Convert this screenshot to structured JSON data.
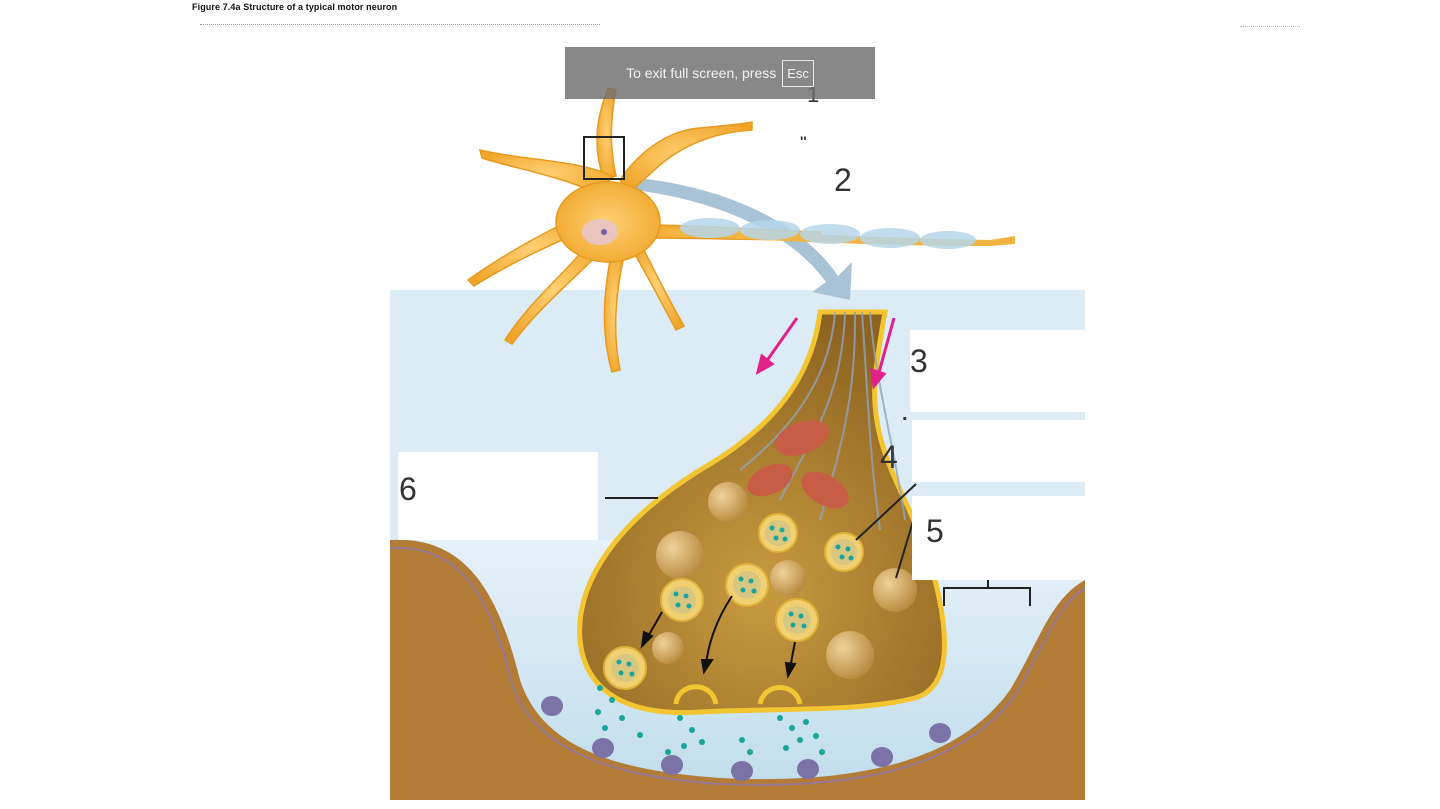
{
  "figure": {
    "title": "Figure 7.4a Structure of a typical motor neuron"
  },
  "labels": [
    {
      "id": "label-1",
      "text": "1"
    },
    {
      "id": "label-2",
      "text": "2"
    },
    {
      "id": "label-3",
      "text": "3"
    },
    {
      "id": "label-4",
      "text": "4"
    },
    {
      "id": "label-5",
      "text": "5"
    },
    {
      "id": "label-6",
      "text": "6"
    }
  ],
  "toast": {
    "message": "To exit full screen, press",
    "key": "Esc"
  },
  "colors": {
    "neuron": "#f4b13a",
    "terminal": "#a87a2c",
    "cleft": "#cfe6f2",
    "muscle": "#b07a36",
    "vesicle_dot": "#1aa59a",
    "arrow": "#e0218a",
    "receptor": "#7b72a8"
  }
}
